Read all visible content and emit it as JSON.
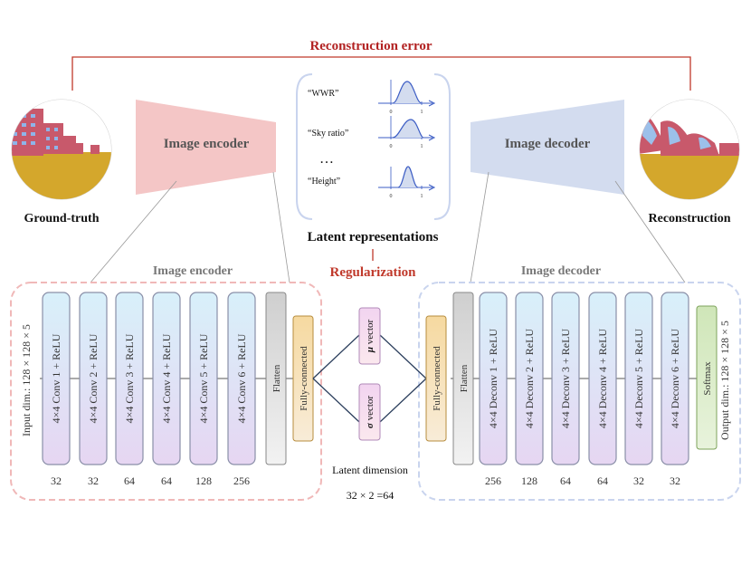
{
  "colors": {
    "red_accent": "#c0392b",
    "encoder_fill": "#f4c6c6",
    "decoder_fill": "#d3dcef",
    "enc_dash": "#f0b8b8",
    "dec_dash": "#c9d4ee",
    "gauss": "#3b5cc4"
  },
  "top": {
    "reconstruction_error": "Reconstruction error",
    "ground_truth": "Ground-truth",
    "reconstruction": "Reconstruction",
    "encoder_title": "Image encoder",
    "decoder_title": "Image decoder",
    "latent_repr": "Latent representations",
    "regularization": "Regularization"
  },
  "latent": {
    "items": [
      {
        "label": "“WWR”",
        "ticks": [
          "0",
          "1"
        ]
      },
      {
        "label": "“Sky ratio”",
        "ticks": [
          "0",
          "1"
        ]
      },
      {
        "label": "“Height”",
        "ticks": [
          "0",
          "1"
        ]
      }
    ],
    "ellipsis": "…"
  },
  "encoder": {
    "title": "Image encoder",
    "input_dim": "Input dim.: 128 × 128 × 5",
    "layers": [
      {
        "label": "4×4 Conv 1 + ReLU",
        "channels": "32"
      },
      {
        "label": "4×4 Conv 2 + ReLU",
        "channels": "32"
      },
      {
        "label": "4×4 Conv 3 + ReLU",
        "channels": "64"
      },
      {
        "label": "4×4 Conv 4 + ReLU",
        "channels": "64"
      },
      {
        "label": "4×4 Conv 5 + ReLU",
        "channels": "128"
      },
      {
        "label": "4×4 Conv 6 + ReLU",
        "channels": "256"
      }
    ],
    "flatten": "Flatten",
    "fc": "Fully-connected"
  },
  "middle": {
    "mu_symbol": "μ",
    "mu_text": " vector",
    "sigma_symbol": "σ",
    "sigma_text": " vector",
    "latent_dim_label": "Latent dimension",
    "latent_dim_value": "32 × 2 =64"
  },
  "decoder": {
    "title": "Image decoder",
    "output_dim": "Output dim.: 128 × 128 × 5",
    "fc": "Fully-connected",
    "flatten": "Flatten",
    "layers": [
      {
        "label": "4×4 Deconv 1 + ReLU",
        "channels": "256"
      },
      {
        "label": "4×4 Deconv 2 + ReLU",
        "channels": "128"
      },
      {
        "label": "4×4 Deconv 3 + ReLU",
        "channels": "64"
      },
      {
        "label": "4×4 Deconv 4 + ReLU",
        "channels": "64"
      },
      {
        "label": "4×4 Deconv 5 + ReLU",
        "channels": "32"
      },
      {
        "label": "4×4 Deconv 6 + ReLU",
        "channels": "32"
      }
    ],
    "softmax": "Softmax"
  }
}
